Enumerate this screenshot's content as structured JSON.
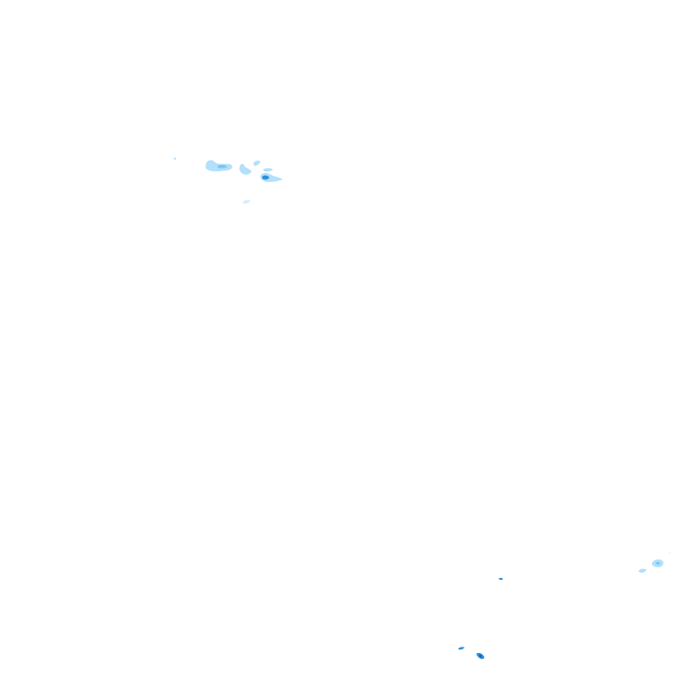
{
  "layer": {
    "type": "precipitation-radar-overlay",
    "background_color": "#ffffff"
  },
  "legend_colors": {
    "very_light": "#d6eefc",
    "light": "#b3e0fa",
    "moderate": "#7cc6f2",
    "heavy": "#2f8fd8",
    "very_heavy": "#1565b8"
  },
  "echo_clusters": [
    {
      "name": "north-west-cluster",
      "intensity_levels": [
        "light",
        "moderate",
        "heavy"
      ]
    },
    {
      "name": "north-west-trail",
      "intensity_levels": [
        "very_light"
      ]
    },
    {
      "name": "east-edge-cluster",
      "intensity_levels": [
        "light",
        "moderate"
      ]
    },
    {
      "name": "south-speckle",
      "intensity_levels": [
        "heavy",
        "very_heavy"
      ]
    }
  ]
}
